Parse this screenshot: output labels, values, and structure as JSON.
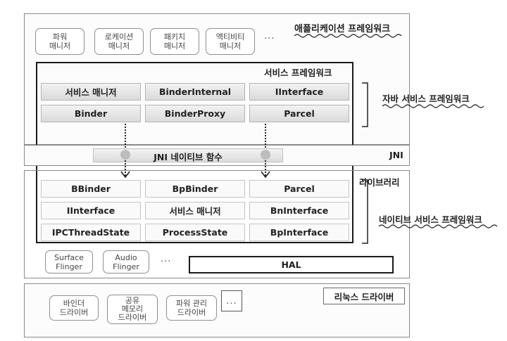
{
  "app_layer": {
    "title": "애플리케이션 프레임워크",
    "boxes": [
      "파워\n매니저",
      "로케이션\n매니저",
      "패키지\n매니저",
      "액티비티\n매니저"
    ],
    "more": "..."
  },
  "service_framework": {
    "title": "서비스 프레임워크",
    "java_label": "자바 서비스 프레임워크",
    "rows": [
      [
        "서비스 매니저",
        "BinderInternal",
        "IInterface"
      ],
      [
        "Binder",
        "BinderProxy",
        "Parcel"
      ]
    ]
  },
  "jni": {
    "bar_label": "JNI 네이티브 함수",
    "side_label": "JNI"
  },
  "library_layer": {
    "title": "라이브러리",
    "native_label": "네이티브 서비스 프레임워크",
    "rows": [
      [
        "BBinder",
        "BpBinder",
        "Parcel"
      ],
      [
        "IInterface",
        "서비스 매니저",
        "BnInterface"
      ],
      [
        "IPCThreadState",
        "ProcessState",
        "BpInterface"
      ]
    ],
    "small_boxes": [
      "Surface\nFlinger",
      "Audio\nFlinger"
    ],
    "more": "...",
    "hal_label": "HAL"
  },
  "linux_layer": {
    "title": "리눅스 드라이버",
    "boxes": [
      "바인더\n드라이버",
      "공유\n메모리\n드라이버",
      "파워 관리\n드라이버"
    ],
    "more": "..."
  }
}
